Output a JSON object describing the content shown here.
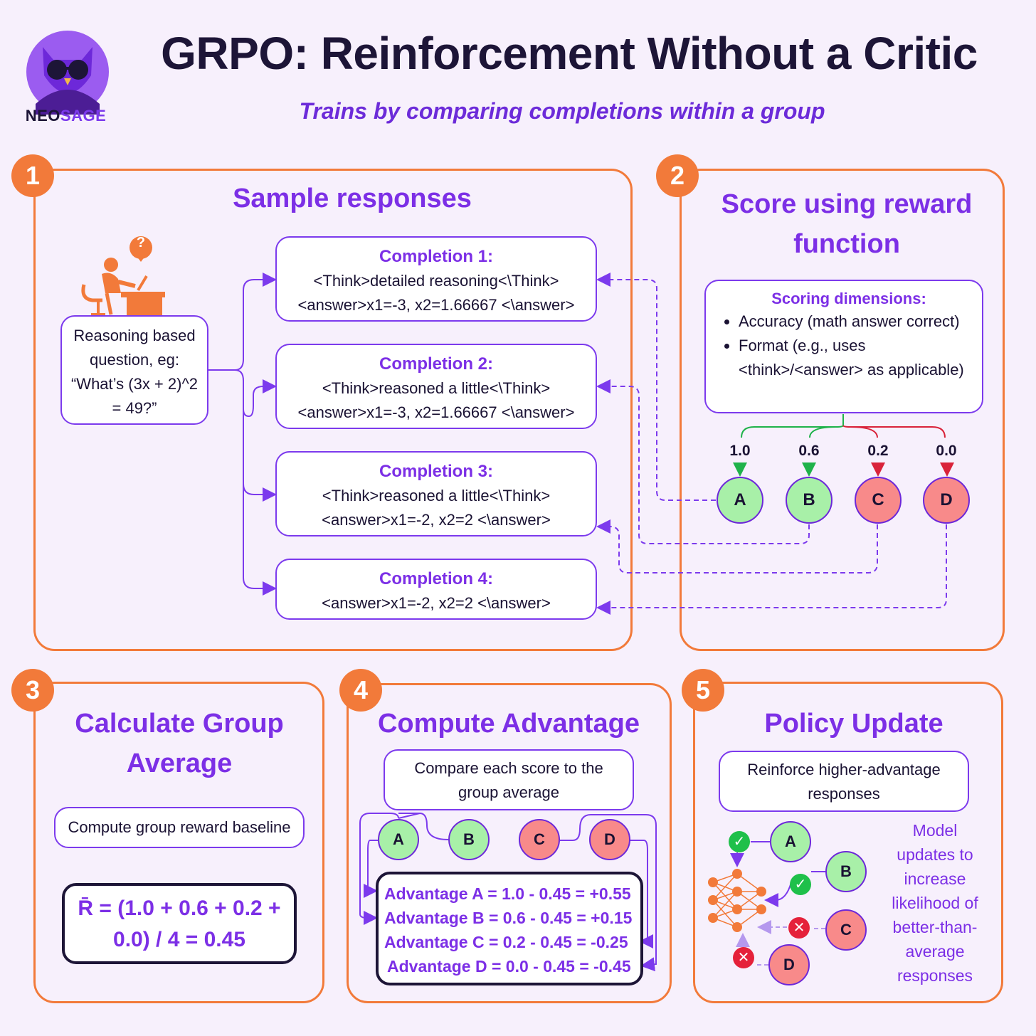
{
  "header": {
    "title": "GRPO: Reinforcement Without a Critic",
    "subtitle": "Trains by comparing completions within a group",
    "logo_neo": "NEO",
    "logo_sage": "SAGE"
  },
  "panel1": {
    "number": "1",
    "title": "Sample responses",
    "question_mark": "?",
    "question_text": "Reasoning based question, eg: “What’s (3x + 2)^2 = 49?”",
    "completions": [
      {
        "title": "Completion 1:",
        "line1": "<Think>detailed reasoning<\\Think>",
        "line2": "<answer>x1=-3, x2=1.66667 <\\answer>"
      },
      {
        "title": "Completion 2:",
        "line1": "<Think>reasoned a little<\\Think>",
        "line2": "<answer>x1=-3, x2=1.66667 <\\answer>"
      },
      {
        "title": "Completion 3:",
        "line1": "<Think>reasoned a little<\\Think>",
        "line2": "<answer>x1=-2, x2=2 <\\answer>"
      },
      {
        "title": "Completion 4:",
        "line1": "<answer>x1=-2, x2=2 <\\answer>",
        "line2": ""
      }
    ]
  },
  "panel2": {
    "number": "2",
    "title_line1": "Score using reward",
    "title_line2": "function",
    "dimensions_title": "Scoring dimensions:",
    "dimensions": [
      "Accuracy (math answer correct)",
      "Format (e.g., uses <think>/<answer> as applicable)"
    ],
    "scores": [
      "1.0",
      "0.6",
      "0.2",
      "0.0"
    ],
    "nodes": [
      "A",
      "B",
      "C",
      "D"
    ]
  },
  "panel3": {
    "number": "3",
    "title_line1": "Calculate Group",
    "title_line2": "Average",
    "box_text": "Compute group reward baseline",
    "formula_line1": "R̄ = (1.0 + 0.6 + 0.2 +",
    "formula_line2": "0.0) / 4 = 0.45"
  },
  "panel4": {
    "number": "4",
    "title": "Compute Advantage",
    "box_text_line1": "Compare each score to the",
    "box_text_line2": "group average",
    "nodes": [
      "A",
      "B",
      "C",
      "D"
    ],
    "advantages": [
      "Advantage A = 1.0 - 0.45 = +0.55",
      "Advantage B = 0.6 - 0.45 = +0.15",
      "Advantage C = 0.2 - 0.45 = -0.25",
      "Advantage D = 0.0 - 0.45 = -0.45"
    ]
  },
  "panel5": {
    "number": "5",
    "title": "Policy Update",
    "box_text_line1": "Reinforce higher-advantage",
    "box_text_line2": "responses",
    "nodes": [
      "A",
      "B",
      "C",
      "D"
    ],
    "side_text": [
      "Model",
      "updates to",
      "increase",
      "likelihood of",
      "better-than-",
      "average",
      "responses"
    ]
  },
  "colors": {
    "panel_border": "#f27a3a",
    "accent_purple": "#7c3aed",
    "green_node": "#a8f0a8",
    "red_node": "#f88a8a",
    "background": "#f7f0fc"
  }
}
